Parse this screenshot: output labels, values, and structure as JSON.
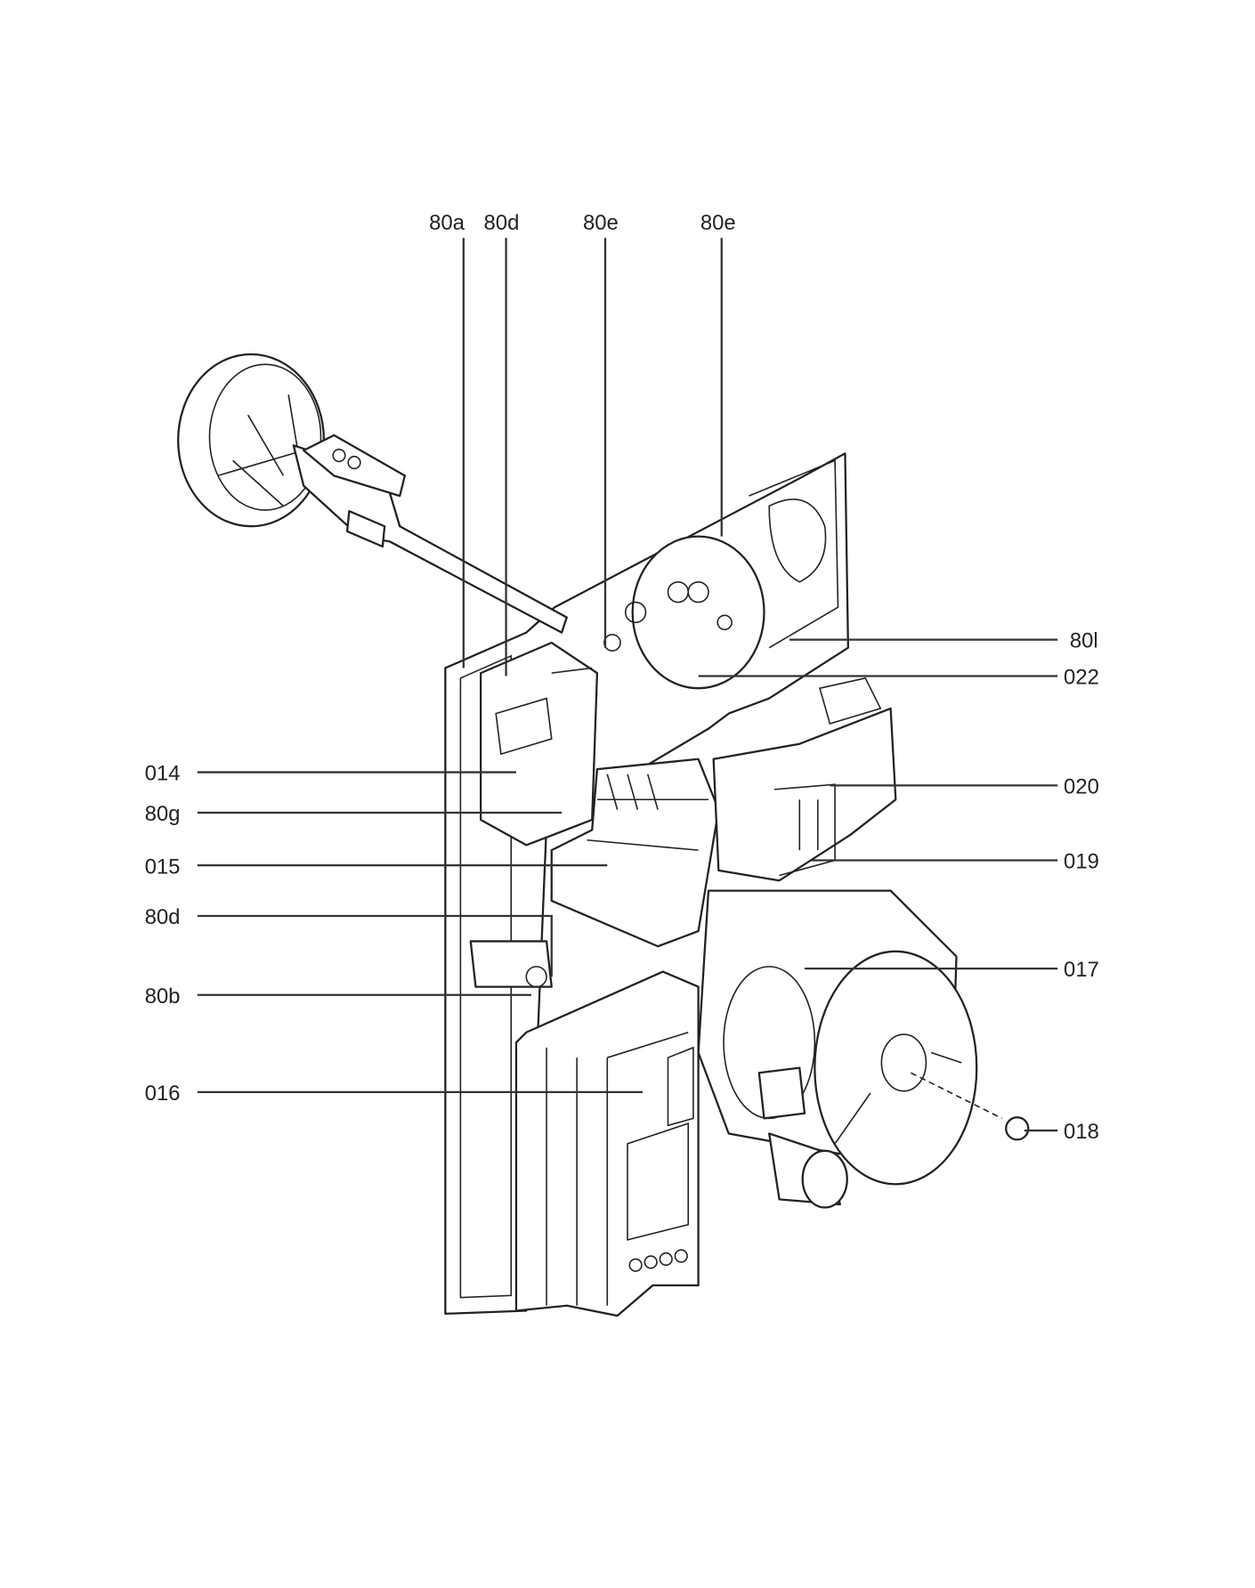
{
  "diagram": {
    "type": "exploded-parts-view",
    "callouts_top": [
      "80a",
      "80d",
      "80e",
      "80e"
    ],
    "callouts_right": [
      "80l",
      "022",
      "020",
      "019",
      "017",
      "018"
    ],
    "callouts_left": [
      "014",
      "80g",
      "015",
      "80d",
      "80b",
      "016"
    ]
  }
}
